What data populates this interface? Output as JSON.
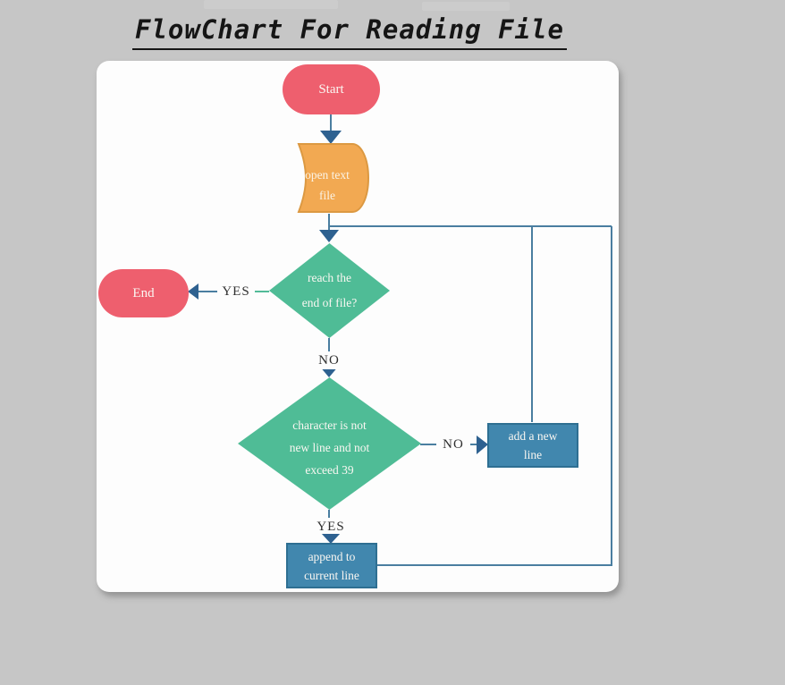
{
  "title": "FlowChart For Reading File",
  "diagram": {
    "nodes": {
      "start": {
        "label": "Start",
        "shape": "terminator"
      },
      "open_file": {
        "line1": "open text",
        "line2": "file",
        "shape": "cylinder"
      },
      "eof_decision": {
        "line1": "reach the",
        "line2": "end of file?",
        "shape": "decision"
      },
      "end": {
        "label": "End",
        "shape": "terminator"
      },
      "char_decision": {
        "line1": "character is not",
        "line2": "new line and not",
        "line3": "exceed 39",
        "shape": "decision"
      },
      "add_new_line": {
        "line1": "add a new",
        "line2": "line",
        "shape": "process"
      },
      "append_line": {
        "line1": "append to",
        "line2": "current line",
        "shape": "process"
      }
    },
    "edge_labels": {
      "eof_yes": "YES",
      "eof_no": "NO",
      "char_no": "NO",
      "char_yes": "YES"
    },
    "colors": {
      "terminator_fill": "#ee5f6e",
      "cylinder_fill": "#f2a952",
      "cylinder_stroke": "#dc9942",
      "decision_fill": "#4fbc96",
      "process_fill": "#4187ae",
      "process_stroke": "#2e6f92",
      "connector": "#4a7ea0",
      "connector_green_segment": "#52bb98",
      "arrowhead": "#2e6190",
      "background": "#c6c6c6",
      "canvas": "#fdfdfd",
      "title_text": "#151515"
    }
  }
}
